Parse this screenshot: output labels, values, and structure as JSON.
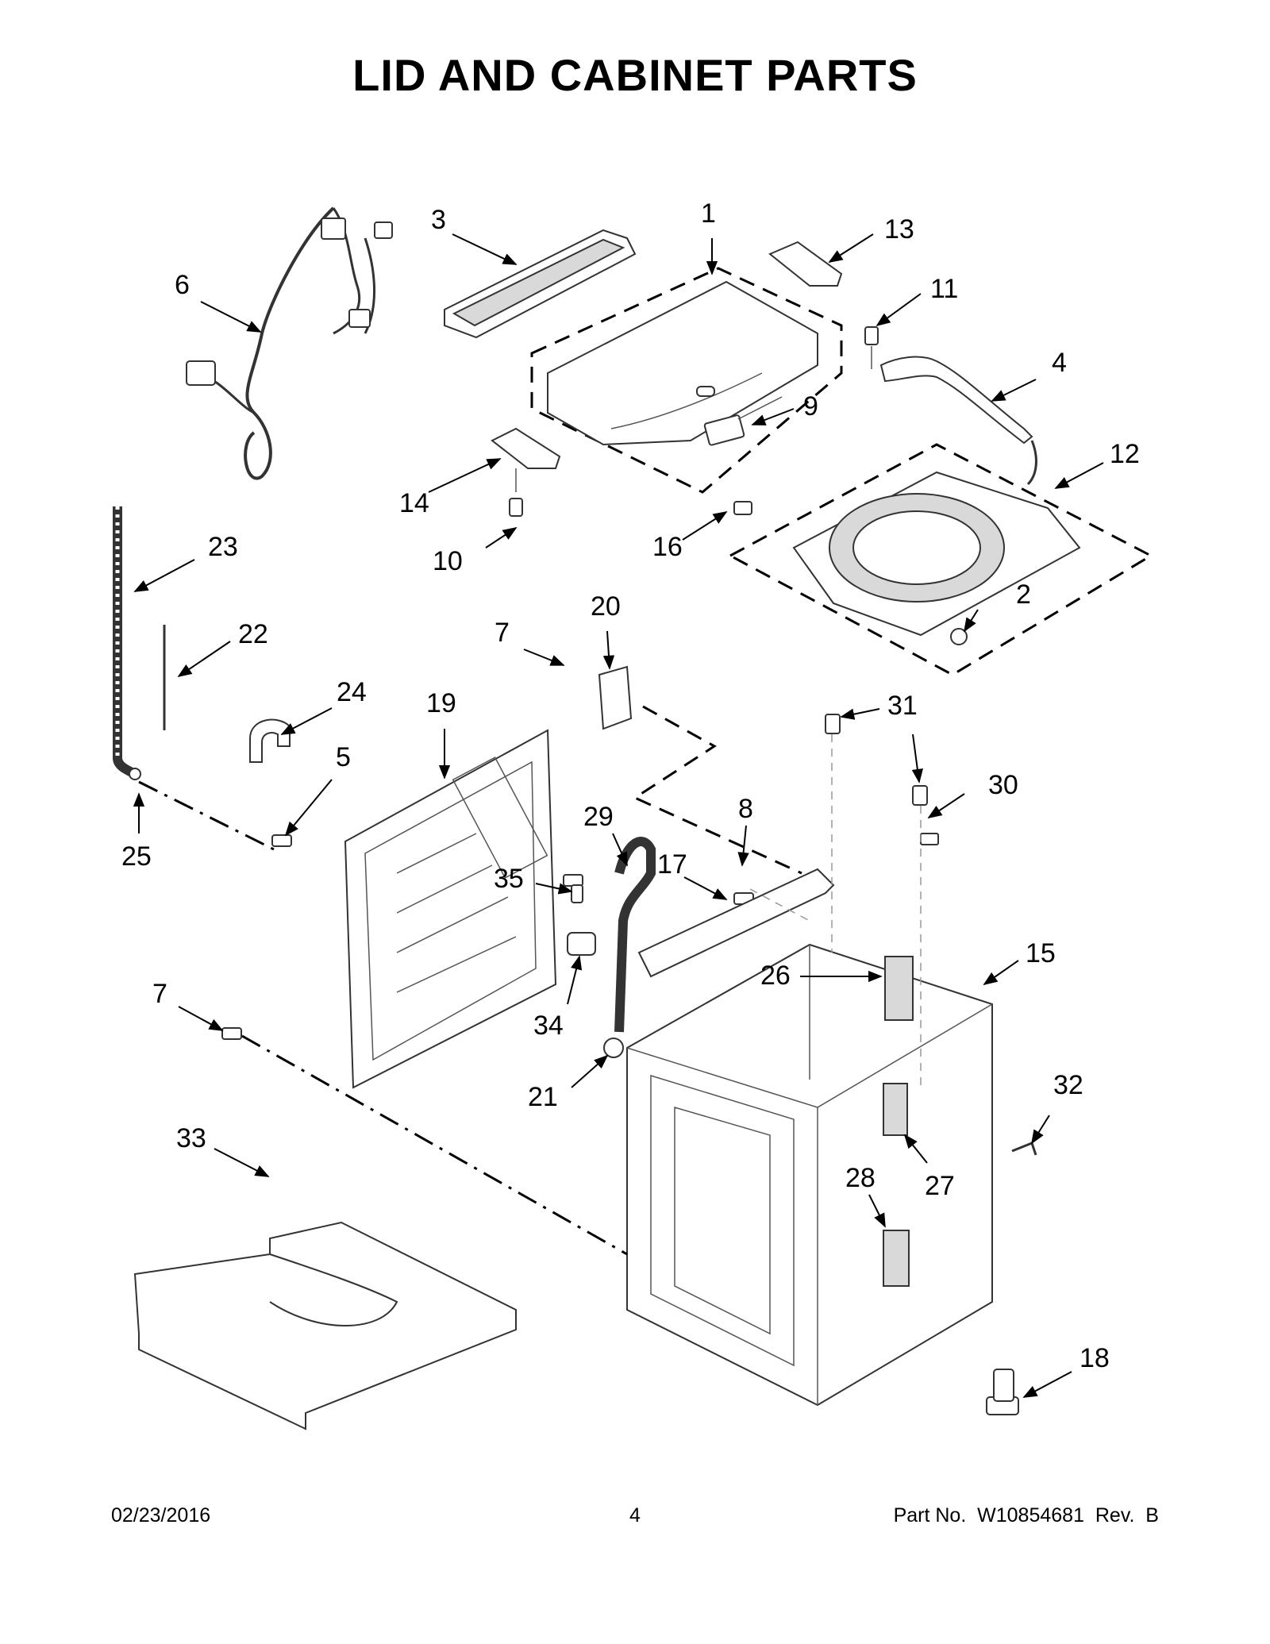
{
  "title": "LID AND CABINET PARTS",
  "callouts": [
    {
      "id": "1",
      "label": "1"
    },
    {
      "id": "2",
      "label": "2"
    },
    {
      "id": "3",
      "label": "3"
    },
    {
      "id": "4",
      "label": "4"
    },
    {
      "id": "5",
      "label": "5"
    },
    {
      "id": "6",
      "label": "6"
    },
    {
      "id": "7a",
      "label": "7"
    },
    {
      "id": "7b",
      "label": "7"
    },
    {
      "id": "8",
      "label": "8"
    },
    {
      "id": "9",
      "label": "9"
    },
    {
      "id": "10",
      "label": "10"
    },
    {
      "id": "11",
      "label": "11"
    },
    {
      "id": "12",
      "label": "12"
    },
    {
      "id": "13",
      "label": "13"
    },
    {
      "id": "14",
      "label": "14"
    },
    {
      "id": "15",
      "label": "15"
    },
    {
      "id": "16",
      "label": "16"
    },
    {
      "id": "17",
      "label": "17"
    },
    {
      "id": "18",
      "label": "18"
    },
    {
      "id": "19",
      "label": "19"
    },
    {
      "id": "20",
      "label": "20"
    },
    {
      "id": "21",
      "label": "21"
    },
    {
      "id": "22",
      "label": "22"
    },
    {
      "id": "23",
      "label": "23"
    },
    {
      "id": "24",
      "label": "24"
    },
    {
      "id": "25",
      "label": "25"
    },
    {
      "id": "26",
      "label": "26"
    },
    {
      "id": "27",
      "label": "27"
    },
    {
      "id": "28",
      "label": "28"
    },
    {
      "id": "29",
      "label": "29"
    },
    {
      "id": "30",
      "label": "30"
    },
    {
      "id": "31",
      "label": "31"
    },
    {
      "id": "32",
      "label": "32"
    },
    {
      "id": "33",
      "label": "33"
    },
    {
      "id": "34",
      "label": "34"
    },
    {
      "id": "35",
      "label": "35"
    }
  ],
  "footer": {
    "date": "02/23/2016",
    "page": "4",
    "part_number": "Part No.  W10854681  Rev.  B"
  }
}
